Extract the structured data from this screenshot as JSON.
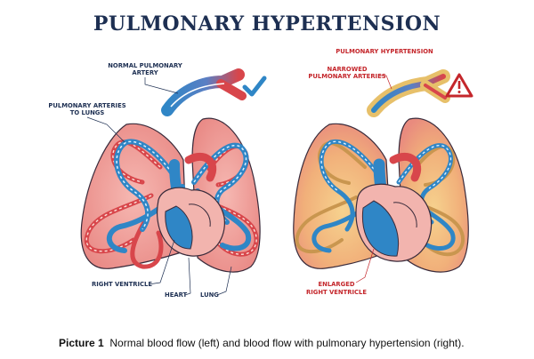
{
  "title": "PULMONARY HYPERTENSION",
  "left_panel": {
    "normal_pulmonary_artery_l1": "NORMAL PULMONARY",
    "normal_pulmonary_artery_l2": "ARTERY",
    "pulmonary_arteries_l1": "PULMONARY ARTERIES",
    "pulmonary_arteries_l2": "TO LUNGS",
    "right_ventricle": "RIGHT VENTRICLE",
    "heart": "HEART",
    "lung": "LUNG"
  },
  "right_panel": {
    "heading": "PULMONARY HYPERTENSION",
    "narrowed_l1": "NARROWED",
    "narrowed_l2": "PULMONARY ARTERIES",
    "enlarged_l1": "ENLARGED",
    "enlarged_l2": "RIGHT VENTRICLE"
  },
  "caption": {
    "label": "Picture 1",
    "text": "Normal blood flow (left) and blood flow with pulmonary hypertension (right)."
  },
  "colors": {
    "title": "#1d2f52",
    "lung_normal": "#ee9a96",
    "lung_hypertension": "#f0b77a",
    "vessel_blue": "#2f86c6",
    "vessel_red": "#d8464b",
    "warning_red": "#c4262b"
  }
}
